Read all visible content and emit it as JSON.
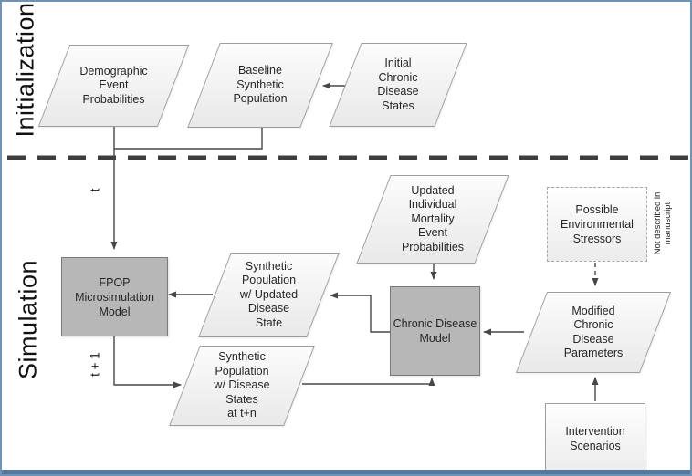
{
  "diagram": {
    "sections": {
      "initialization": "Initialization",
      "simulation": "Simulation"
    },
    "time_labels": {
      "t": "t",
      "t_plus_1": "t + 1"
    },
    "side_note": {
      "line1": "Not described in",
      "line2": "manuscript"
    },
    "nodes": {
      "demographic_event_probabilities": {
        "lines": [
          "Demographic",
          "Event",
          "Probabilities"
        ]
      },
      "baseline_synthetic_population": {
        "lines": [
          "Baseline",
          "Synthetic",
          "Population"
        ]
      },
      "initial_chronic_disease_states": {
        "lines": [
          "Initial",
          "Chronic",
          "Disease",
          "States"
        ]
      },
      "updated_individual_mortality_event_probabilities": {
        "lines": [
          "Updated",
          "Individual",
          "Mortality",
          "Event",
          "Probabilities"
        ]
      },
      "possible_environmental_stressors": {
        "lines": [
          "Possible",
          "Environmental",
          "Stressors"
        ]
      },
      "fpop_microsimulation_model": {
        "lines": [
          "FPOP",
          "Microsimulation",
          "Model"
        ]
      },
      "synthetic_population_w_updated_disease_state": {
        "lines": [
          "Synthetic",
          "Population",
          "w/ Updated",
          "Disease",
          "State"
        ]
      },
      "chronic_disease_model": {
        "lines": [
          "Chronic Disease",
          "Model"
        ]
      },
      "modified_chronic_disease_parameters": {
        "lines": [
          "Modified",
          "Chronic",
          "Disease",
          "Parameters"
        ]
      },
      "synthetic_population_w_disease_states_at_t_n": {
        "lines": [
          "Synthetic",
          "Population",
          "w/ Disease",
          "States",
          "at t+n"
        ]
      },
      "intervention_scenarios": {
        "lines": [
          "Intervention",
          "Scenarios"
        ]
      }
    },
    "colors": {
      "frame": "#7193b3",
      "bottom_bar": "#56789b",
      "process_fill": "#b7b7b7",
      "process_border": "#7a7a7a",
      "connector": "#474747",
      "divider": "#3d3d3d"
    }
  }
}
